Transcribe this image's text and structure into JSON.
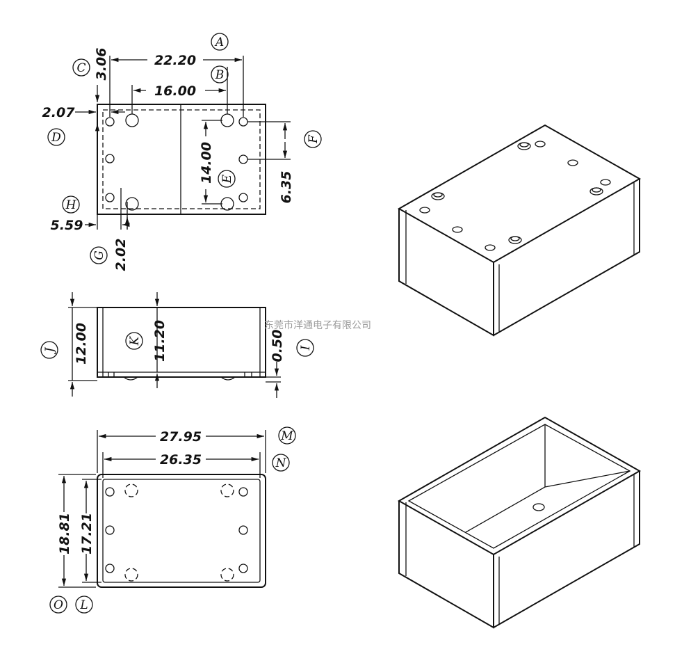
{
  "watermark": "东莞市洋通电子有限公司",
  "top_view": {
    "dims": {
      "a": "22.20",
      "b": "16.00",
      "c": "3.06",
      "d": "2.07",
      "e": "14.00",
      "f": "6.35",
      "g": "2.02",
      "h": "5.59"
    },
    "labels": {
      "a": "A",
      "b": "B",
      "c": "C",
      "d": "D",
      "e": "E",
      "f": "F",
      "g": "G",
      "h": "H"
    }
  },
  "side_view": {
    "dims": {
      "j": "12.00",
      "k": "11.20",
      "i": "0.50"
    },
    "labels": {
      "j": "J",
      "k": "K",
      "i": "I"
    }
  },
  "bottom_view": {
    "dims": {
      "m": "27.95",
      "n": "26.35",
      "o": "18.81",
      "l": "17.21"
    },
    "labels": {
      "m": "M",
      "n": "N",
      "o": "O",
      "l": "L"
    }
  }
}
